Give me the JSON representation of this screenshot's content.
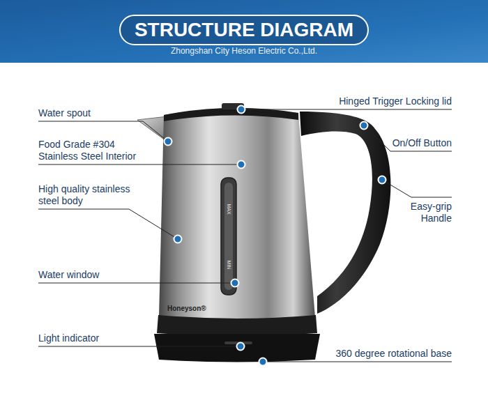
{
  "diagram": {
    "title": "STRUCTURE DIAGRAM",
    "labels": [
      "Zhongshan City Heson Electric Co.,Ltd.",
      "Water spout",
      "Food Grade #304 Stainless Steel Interior",
      "High quality stainless steel body",
      "Water window",
      "Light indicator",
      "Hinged Trigger Locking lid",
      "On/Off Button",
      "Easy-grip Handle",
      "360 degree rotational base",
      "Honeyson®",
      "MAX",
      "MIN"
    ]
  }
}
